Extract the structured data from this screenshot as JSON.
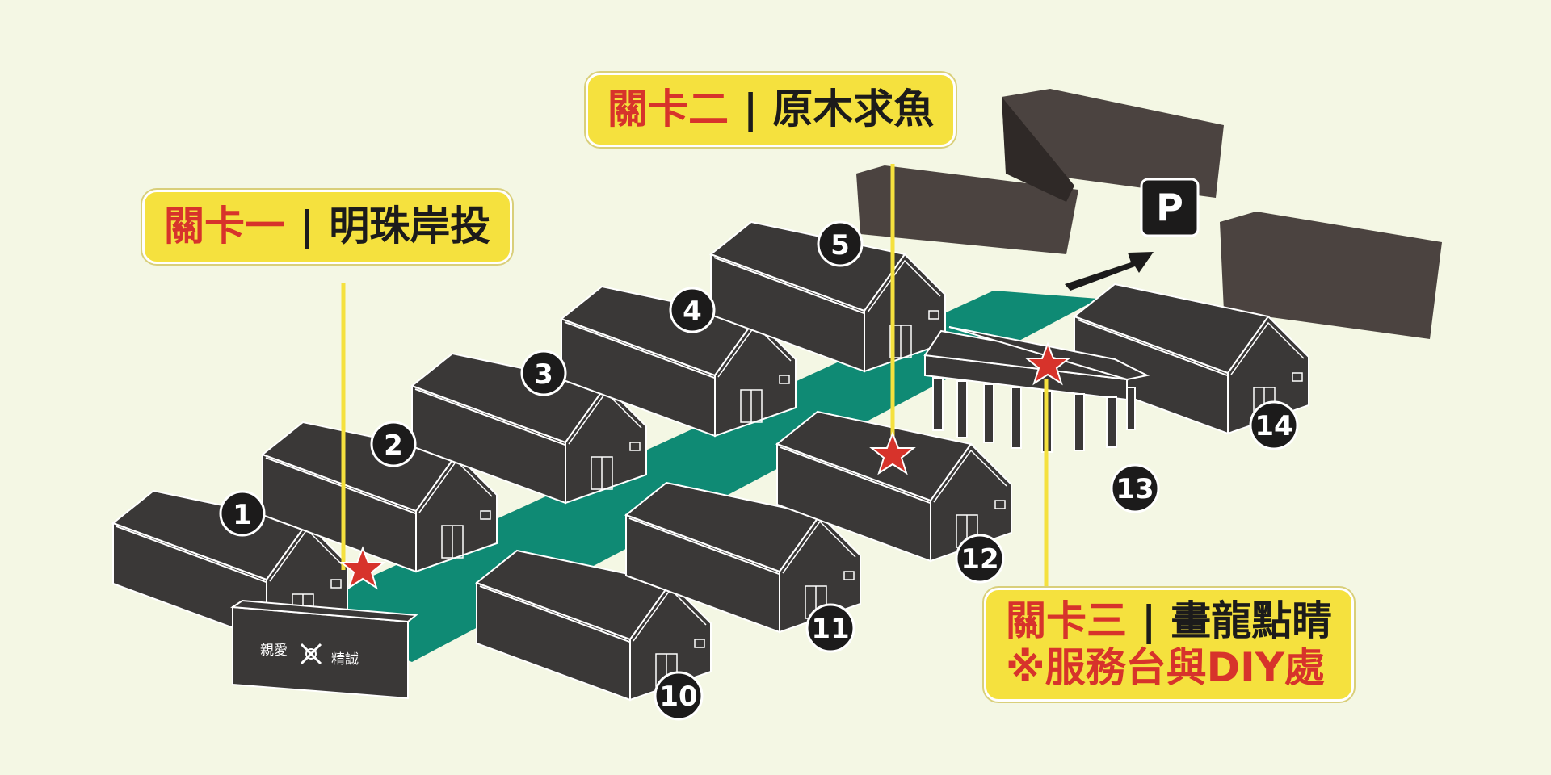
{
  "colors": {
    "background": "#f4f7e4",
    "road": "#0f8a74",
    "building": "#3a3837",
    "building_far": "#4b4340",
    "callout_fill": "#f5e13e",
    "callout_accent": "#d7332b",
    "star": "#d7332b",
    "line": "#f5e13e"
  },
  "callouts": [
    {
      "stage": "關卡一",
      "separator": "|",
      "name": "明珠岸投"
    },
    {
      "stage": "關卡二",
      "separator": "|",
      "name": "原木求魚"
    },
    {
      "stage": "關卡三",
      "separator": "|",
      "name": "畫龍點睛",
      "note": "※服務台與DIY處"
    }
  ],
  "buildings": [
    {
      "number": "1"
    },
    {
      "number": "2"
    },
    {
      "number": "3"
    },
    {
      "number": "4"
    },
    {
      "number": "5"
    },
    {
      "number": "10"
    },
    {
      "number": "11"
    },
    {
      "number": "12"
    },
    {
      "number": "13"
    },
    {
      "number": "14"
    }
  ],
  "sign": {
    "left": "親愛",
    "right": "精誠",
    "emblem": "crossed-anchor-emblem-icon"
  },
  "parking": {
    "label": "P",
    "icon": "parking-sign-icon",
    "arrow": "arrow-icon"
  },
  "markers": {
    "icon": "star-marker-icon",
    "count": 3
  }
}
